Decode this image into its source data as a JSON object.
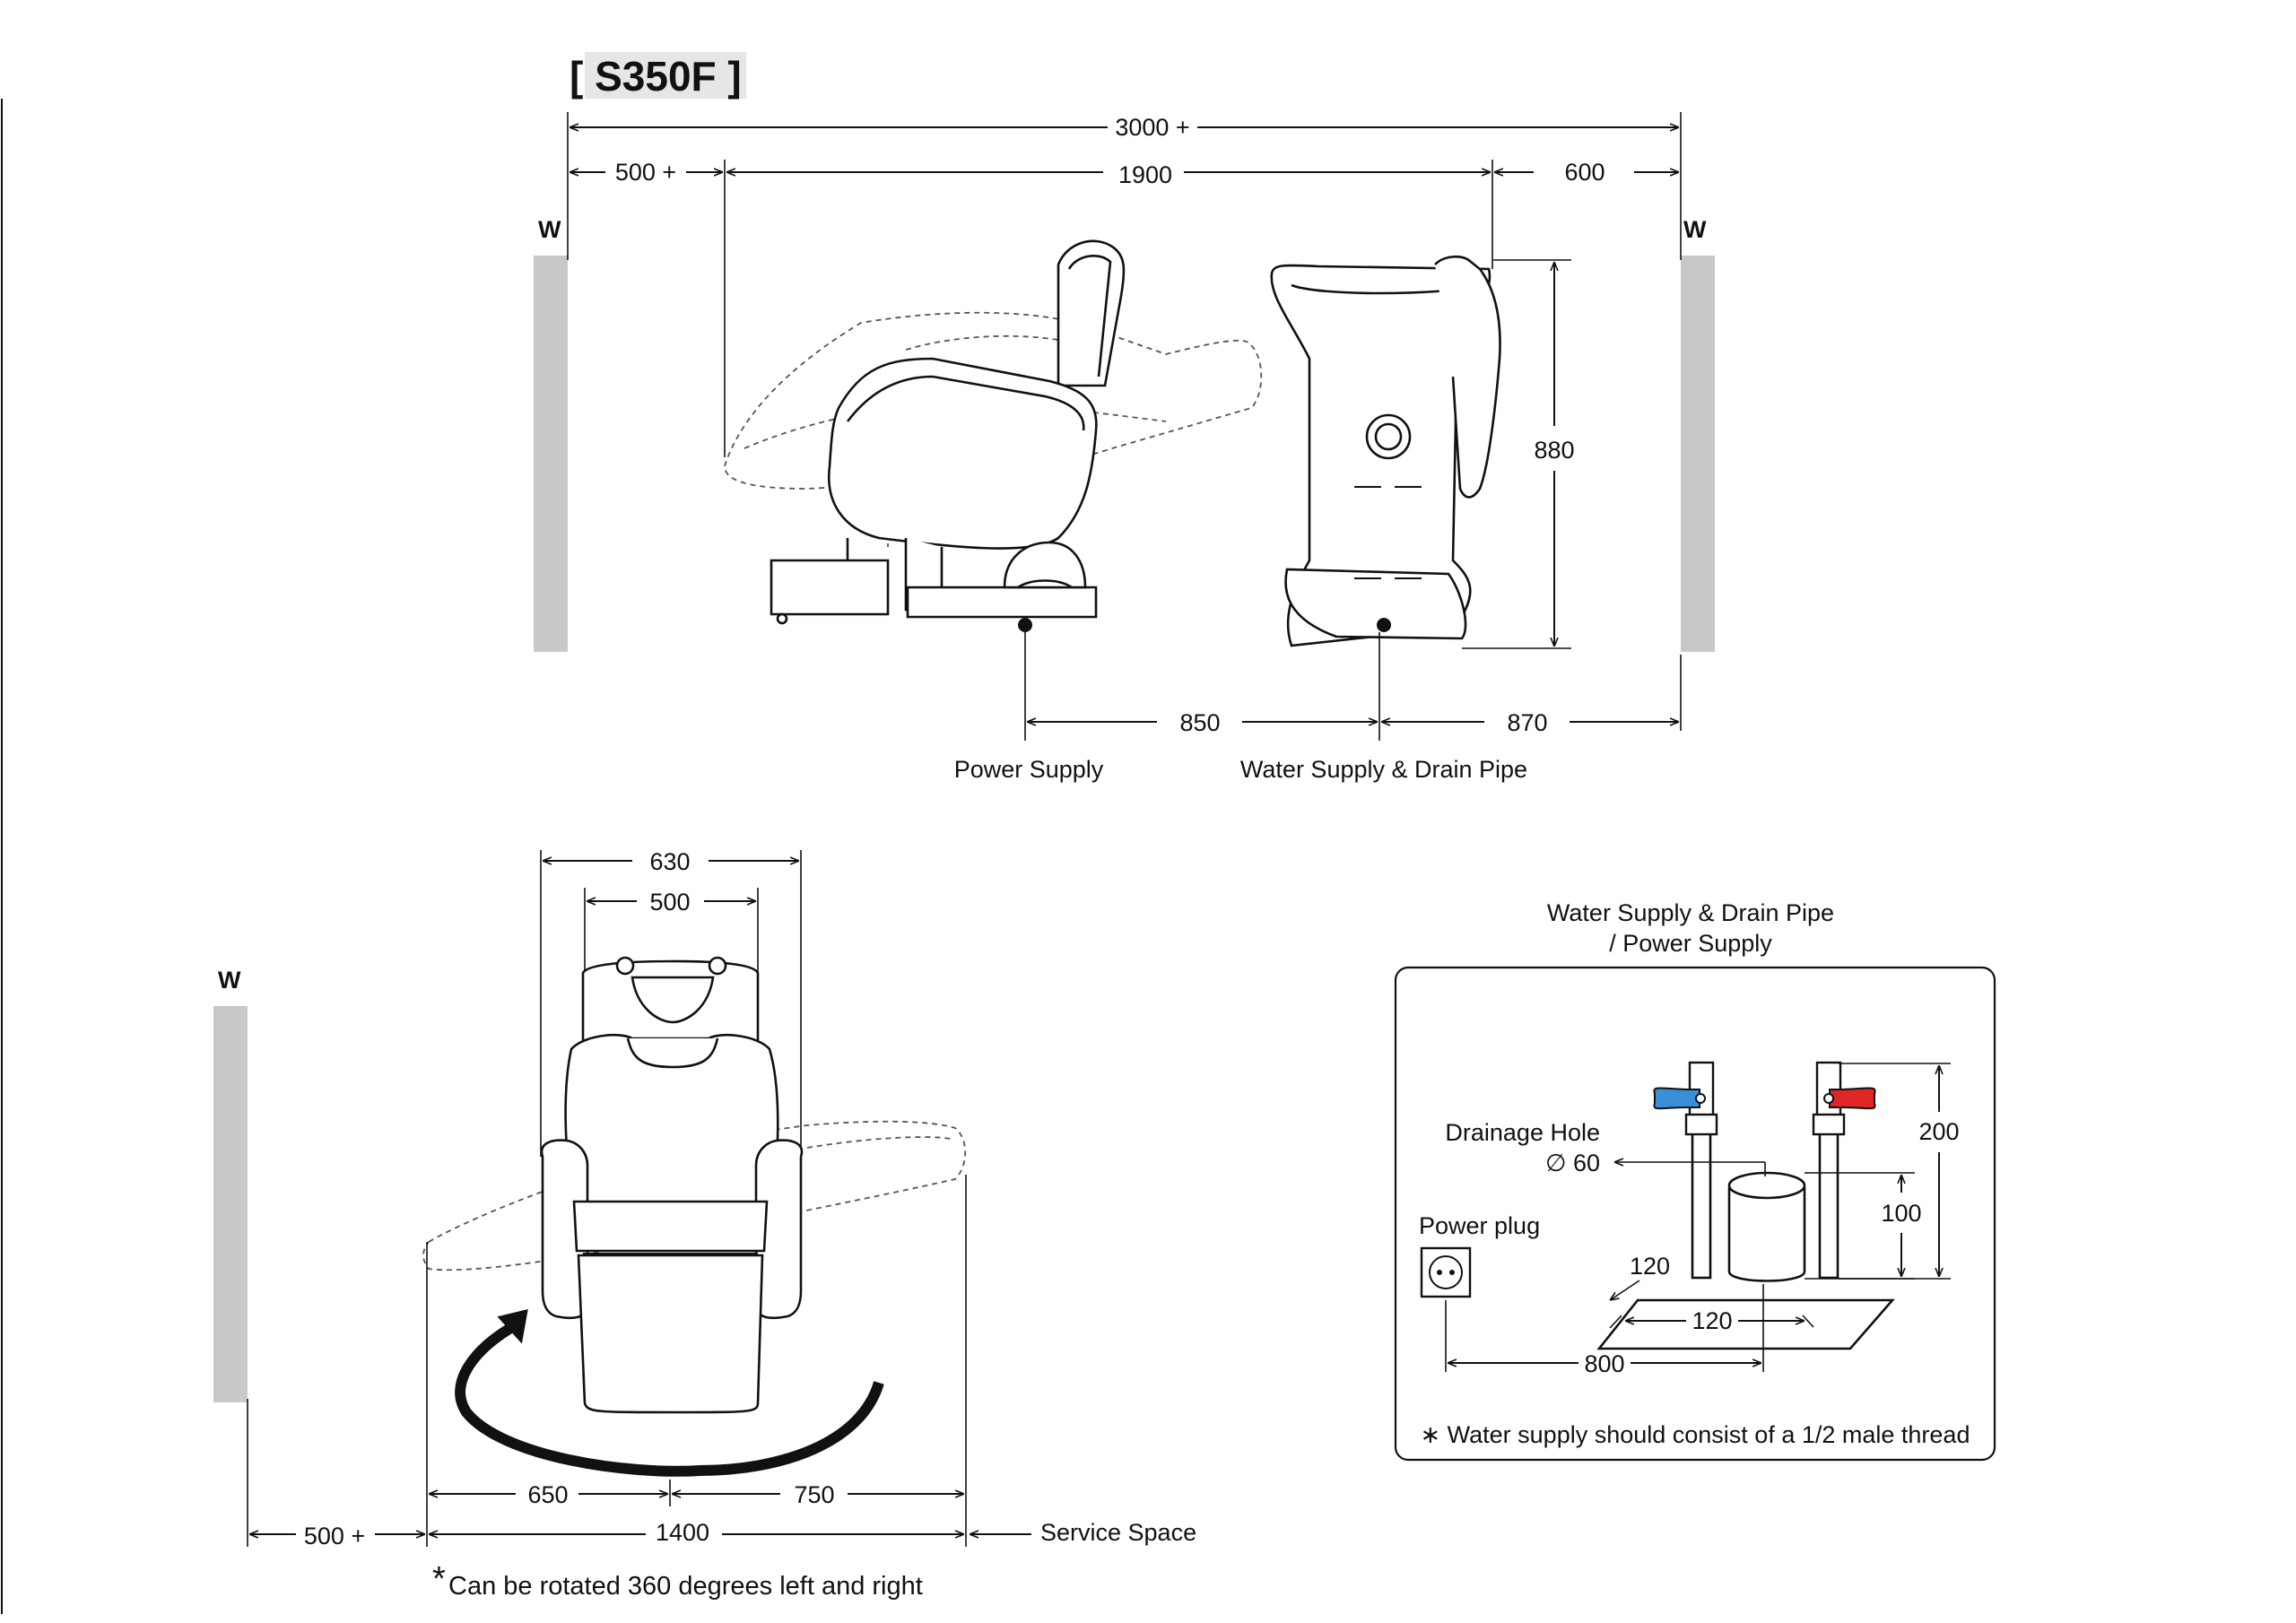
{
  "title": "[ S350F ]",
  "wall_label": "W",
  "side_view": {
    "dims": {
      "overall": "3000 +",
      "left_clearance": "500 +",
      "chair_length": "1900",
      "basin_clearance": "600",
      "height": "880",
      "power_to_water": "850",
      "water_to_wall": "870"
    },
    "labels": {
      "power": "Power Supply",
      "water": "Water Supply & Drain Pipe"
    }
  },
  "top_view": {
    "dims": {
      "outer_width": "630",
      "inner_width": "500",
      "left_swing": "650",
      "right_swing": "750",
      "total_swing": "1400",
      "wall_clearance": "500 +"
    },
    "service_label": "Service Space",
    "rotation_note_mark": "*",
    "rotation_note": "Can be rotated 360 degrees left and right"
  },
  "detail": {
    "title_line1": "Water Supply & Drain Pipe",
    "title_line2": "/ Power Supply",
    "drain_label": "Drainage Hole",
    "drain_size": "∅ 60",
    "power_plug": "Power plug",
    "dims": {
      "pipe_height": "200",
      "drain_height": "100",
      "pad_depth": "120",
      "pad_width": "120",
      "plug_offset": "800"
    },
    "note": "∗ Water supply should consist of a 1/2 male thread",
    "colors": {
      "cold": "#3a8fd9",
      "hot": "#e02626"
    }
  }
}
